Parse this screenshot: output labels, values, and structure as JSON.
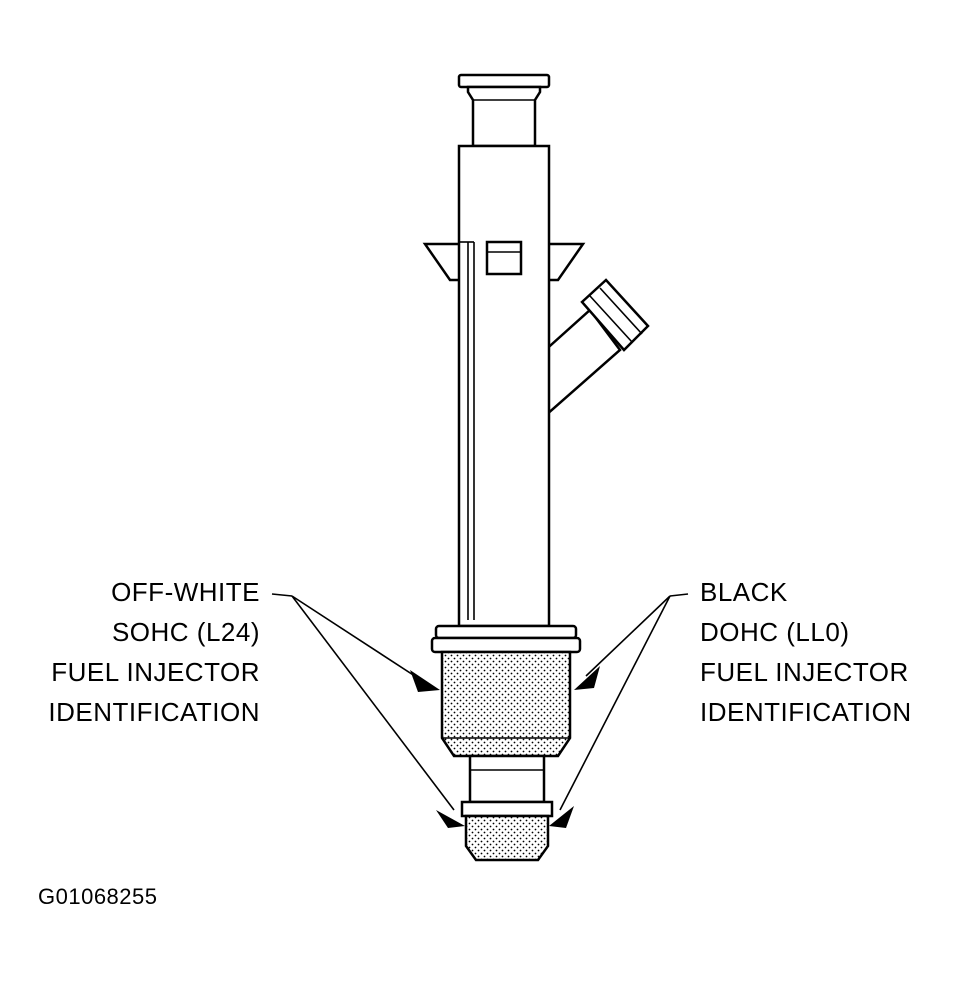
{
  "labels": {
    "left": [
      "OFF-WHITE",
      "SOHC (L24)",
      "FUEL INJECTOR",
      "IDENTIFICATION"
    ],
    "right": [
      "BLACK",
      "DOHC (LL0)",
      "FUEL INJECTOR",
      "IDENTIFICATION"
    ]
  },
  "figure_id": "G01068255",
  "colors": {
    "ink": "#000000",
    "paper": "#ffffff"
  }
}
